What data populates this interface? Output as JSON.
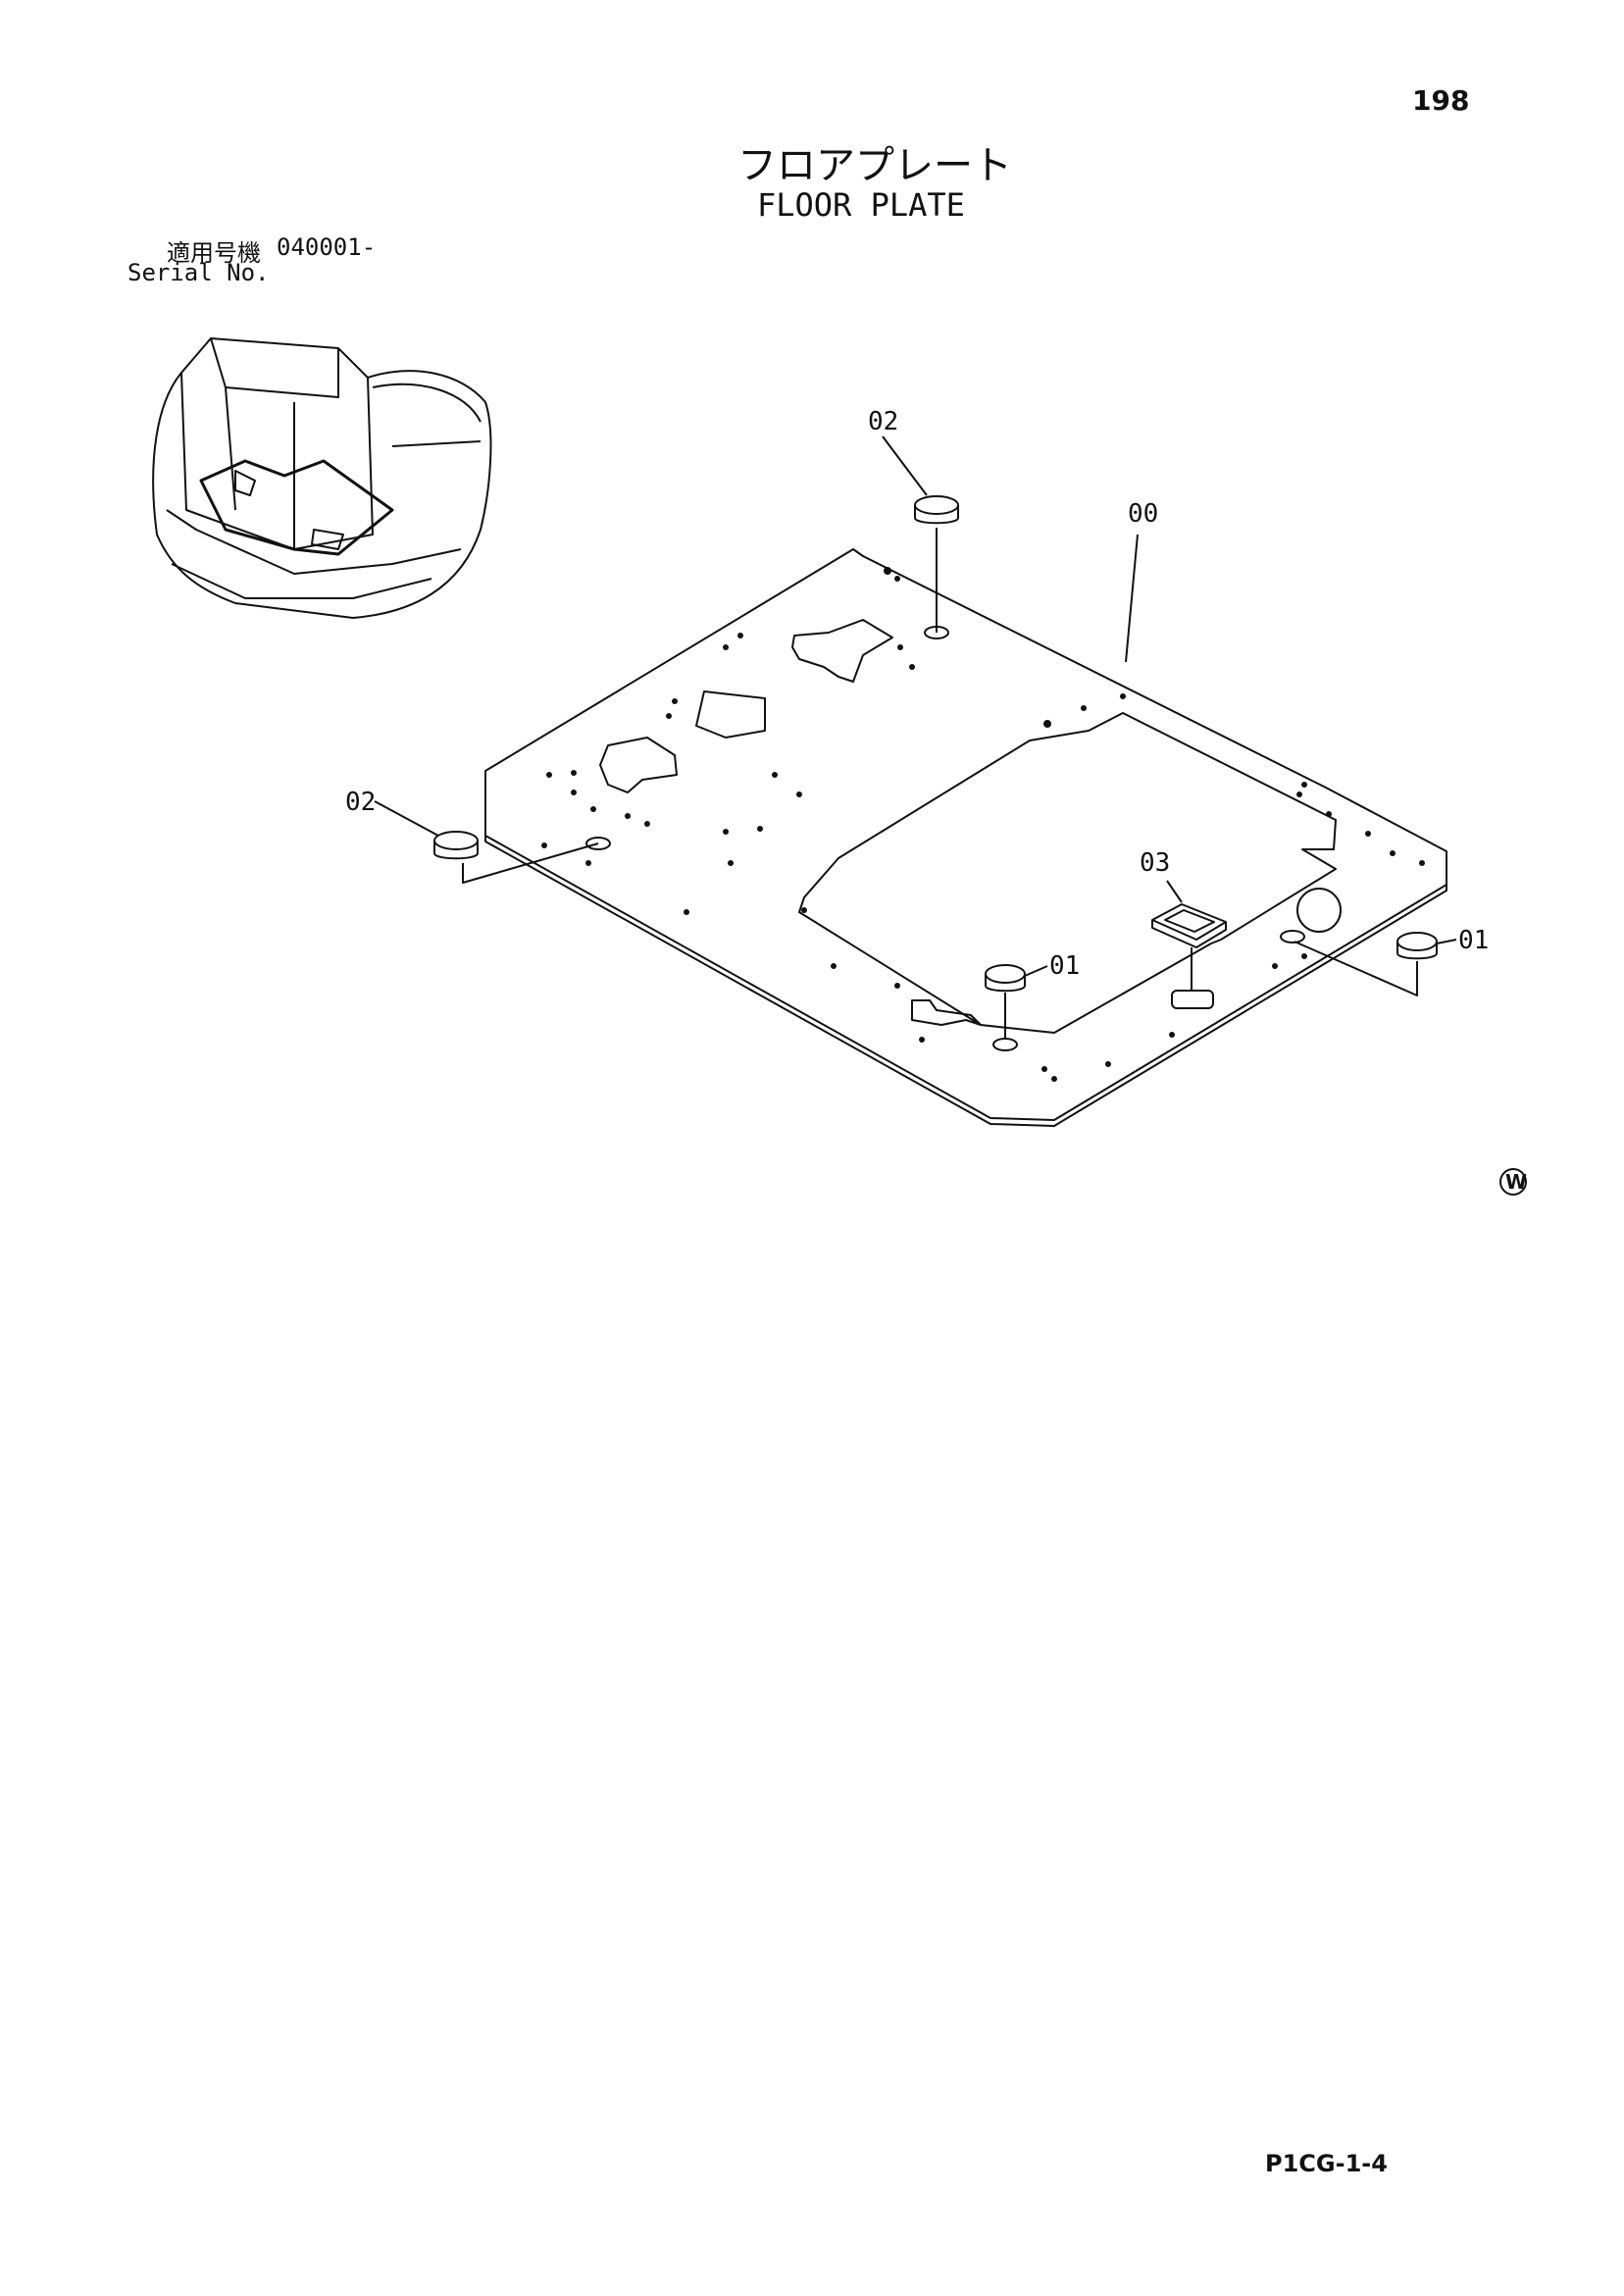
{
  "page": {
    "number": "198",
    "title_jp": "フロアプレート",
    "title_en": "FLOOR PLATE",
    "serial_label_jp": "適用号機",
    "serial_range": "040001-",
    "serial_label_en": "Serial No.",
    "doc_code": "P1CG-1-4",
    "w_mark": "W"
  },
  "callouts": {
    "plate": "00",
    "grommet_top": "02",
    "grommet_left": "02",
    "cap_center": "01",
    "cap_right": "01",
    "seal": "03"
  }
}
